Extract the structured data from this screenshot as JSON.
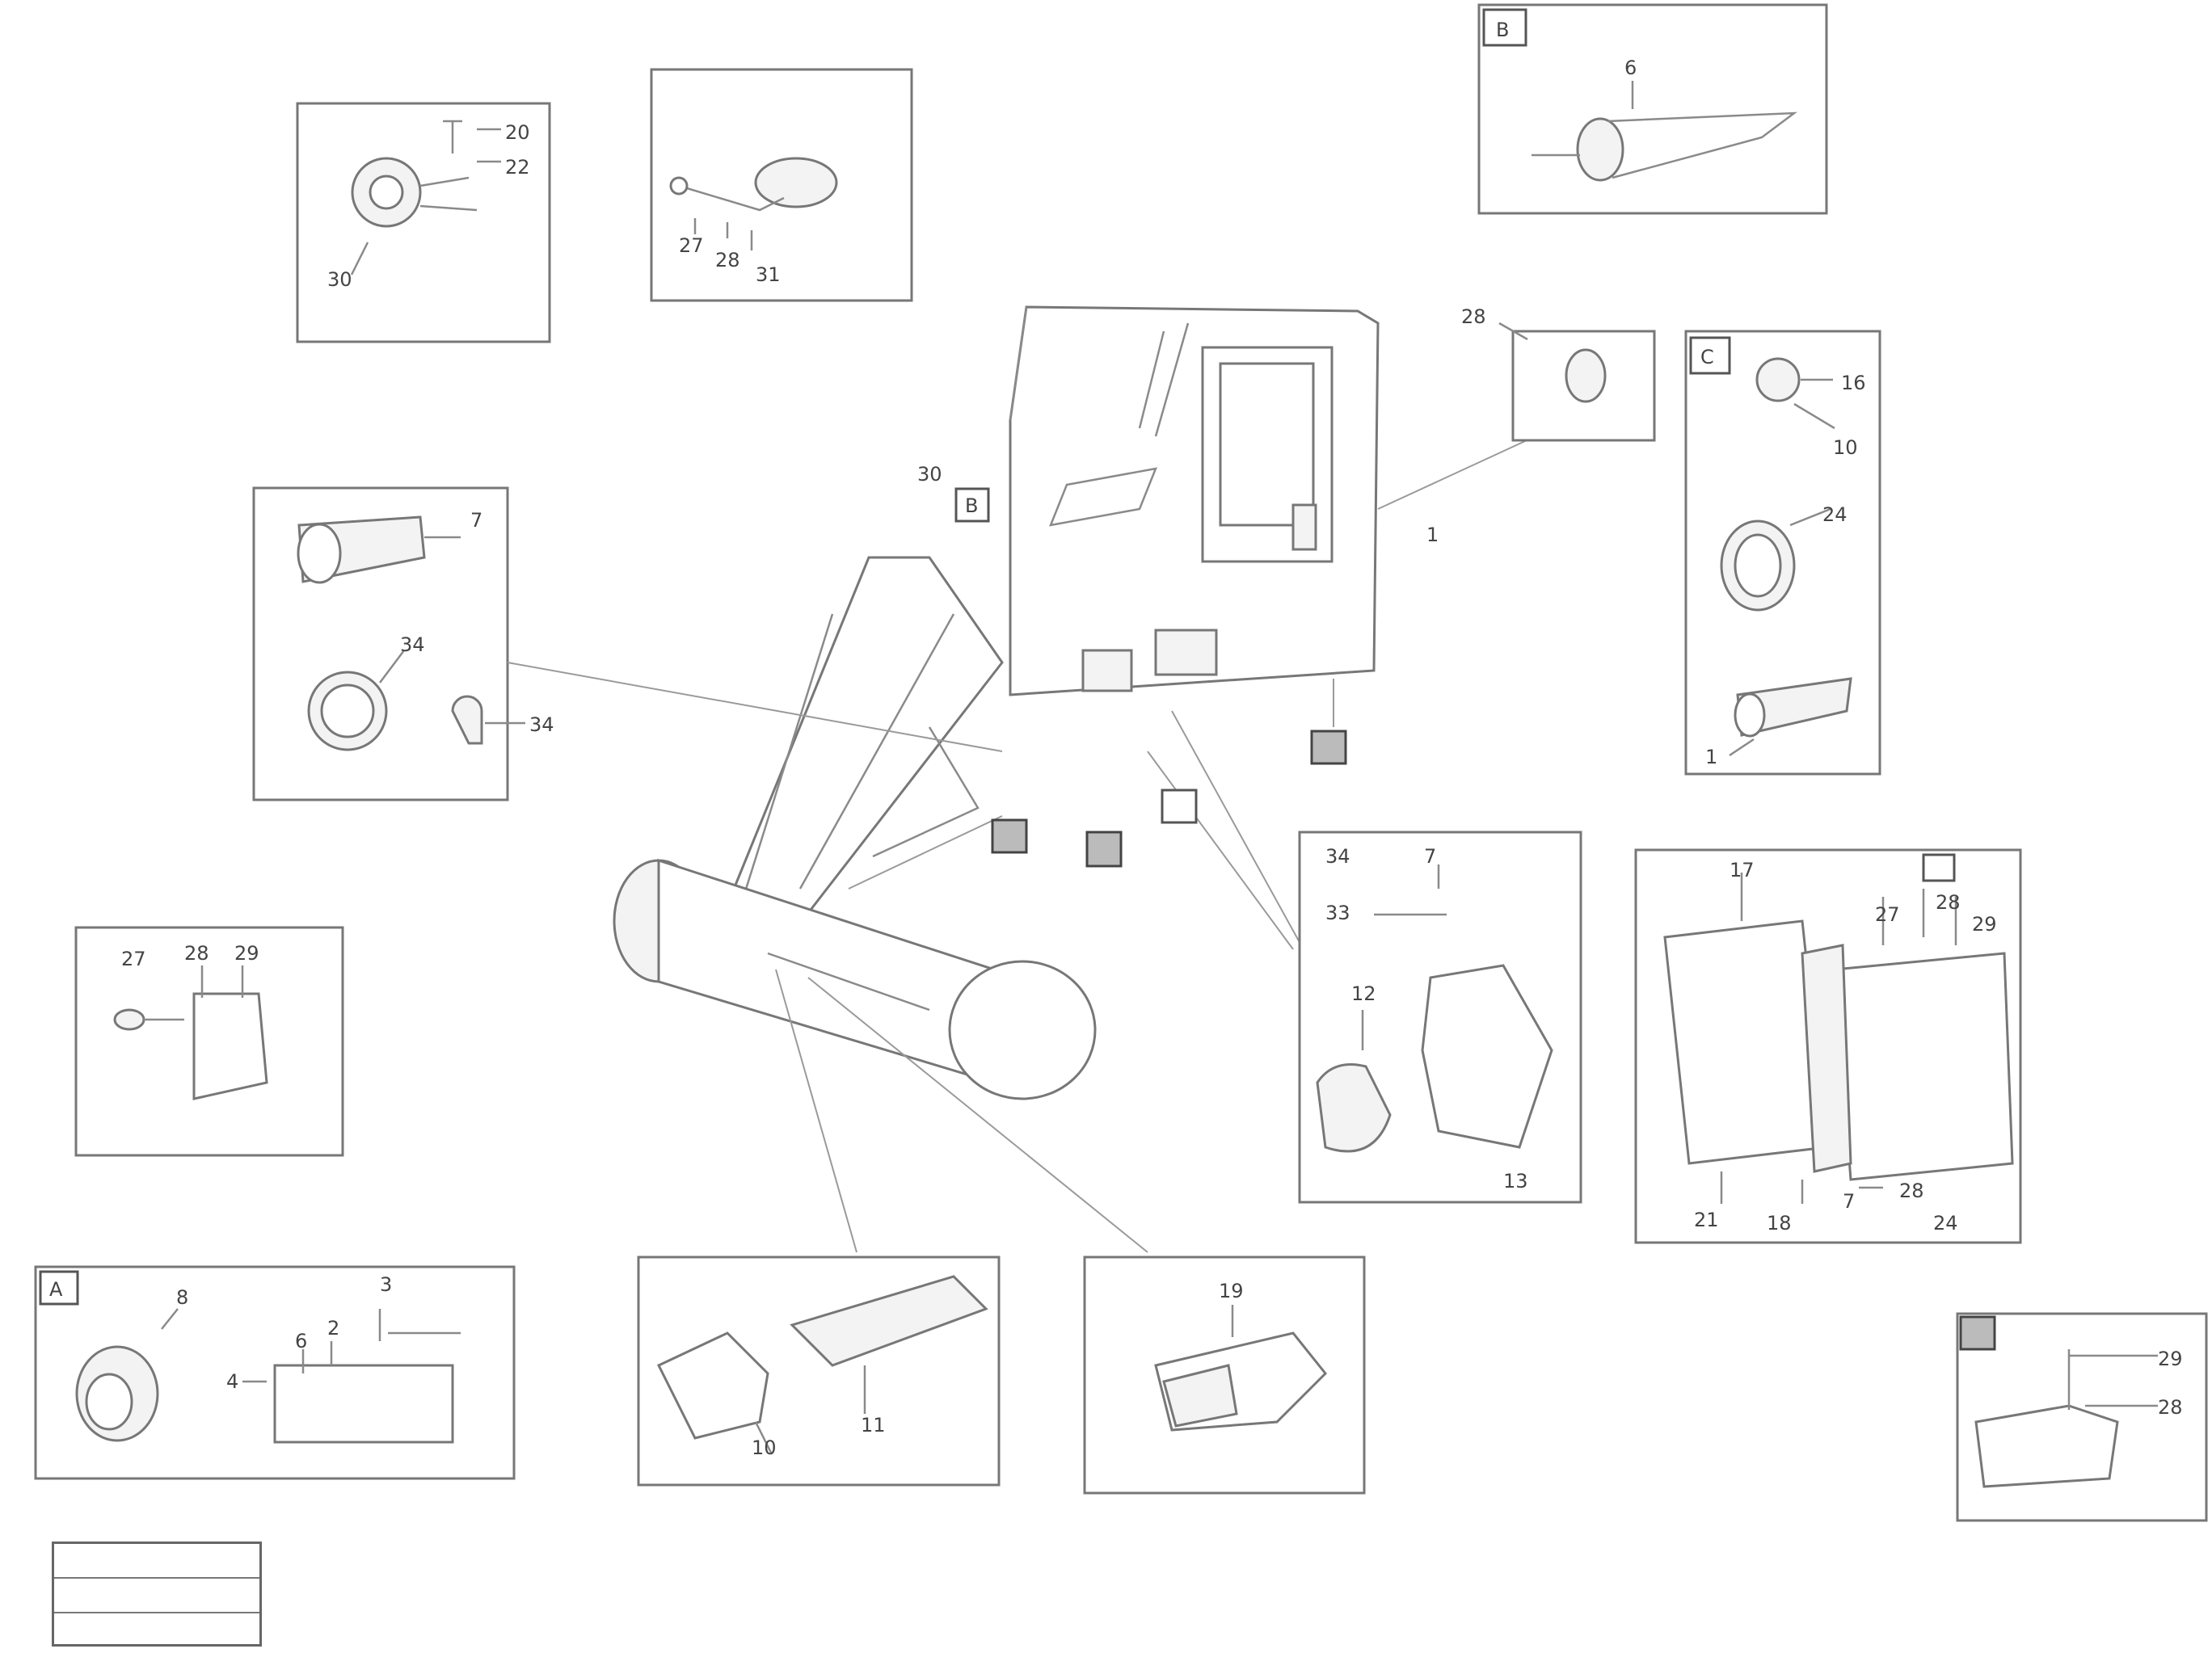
{
  "title_block": {
    "row1": "",
    "row2": "",
    "row3": ""
  },
  "callouts": {
    "box_tl1": {
      "a": "20",
      "b": "22",
      "c": "30"
    },
    "box_tl2": {
      "a": "27",
      "b": "28",
      "c": "31"
    },
    "box_b": {
      "tag": "B",
      "a": "6"
    },
    "box_left": {
      "a": "7",
      "b": "34",
      "c": "34"
    },
    "cab": {
      "a": "30",
      "b": "B",
      "c": "1"
    },
    "box_28": {
      "a": "28"
    },
    "box_c": {
      "tag": "C",
      "a": "16",
      "b": "10",
      "c": "24",
      "d": "1"
    },
    "box_mid_right": {
      "a": "34",
      "b": "7",
      "c": "33",
      "d": "12",
      "e": "13"
    },
    "box_right_big": {
      "a": "17",
      "b": "27",
      "c": "28",
      "d": "29",
      "e": "21",
      "f": "18",
      "g": "7",
      "h": "28",
      "i": "24"
    },
    "box_smallleft": {
      "a": "27",
      "b": "28",
      "c": "29"
    },
    "box_a": {
      "tag": "A",
      "a": "8",
      "b": "3",
      "c": "6",
      "d": "2",
      "e": "4"
    },
    "box_bottom_mid": {
      "a": "10",
      "b": "11"
    },
    "box_bottom_mid2": {
      "a": "19"
    },
    "box_d": {
      "a": "29",
      "b": "28"
    }
  }
}
